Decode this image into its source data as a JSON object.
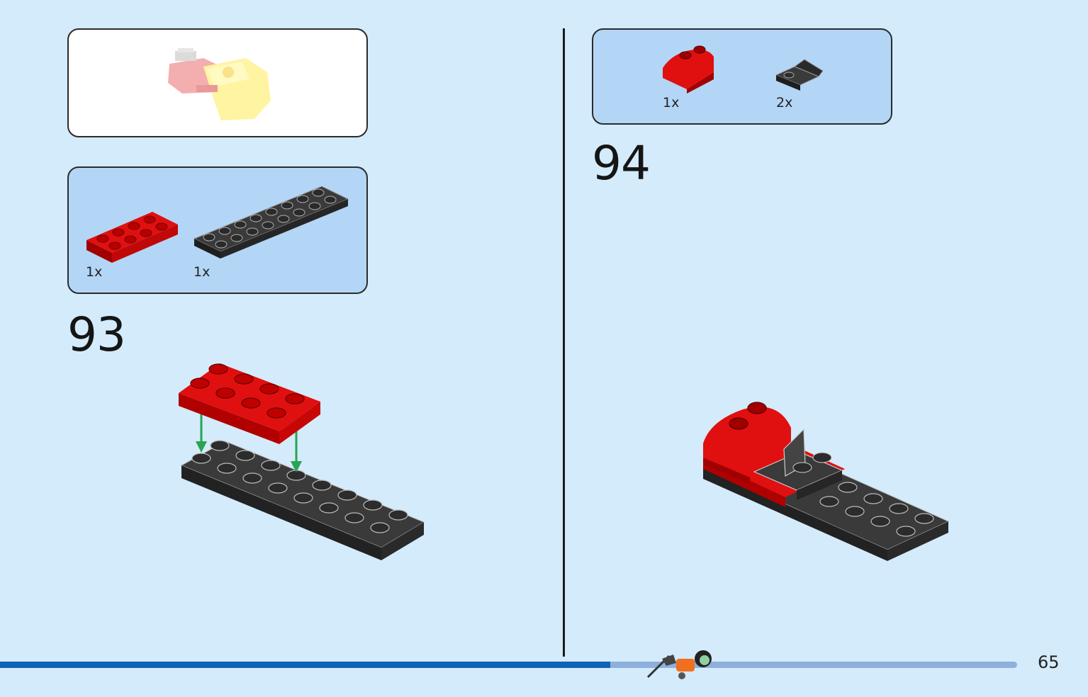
{
  "page": {
    "page_number": "65",
    "progress_fraction": 0.6
  },
  "step93": {
    "number": "93",
    "parts": [
      {
        "name": "plate-2x4-red",
        "qty": "1x",
        "color": "#d60a0a"
      },
      {
        "name": "plate-2x8-black",
        "qty": "1x",
        "color": "#2b2b2b"
      }
    ]
  },
  "step94": {
    "number": "94",
    "parts": [
      {
        "name": "curved-brick-red",
        "qty": "1x",
        "color": "#d60a0a"
      },
      {
        "name": "bracket-black",
        "qty": "2x",
        "color": "#2b2b2b"
      }
    ]
  },
  "colors": {
    "background": "#d4ebfb",
    "parts_panel": "#b3d6f6",
    "brick_red": "#d60a0a",
    "brick_black": "#2b2b2b",
    "arrow_green": "#27a552",
    "progress_fill": "#0e63b4",
    "progress_track": "#8fb0dc"
  }
}
